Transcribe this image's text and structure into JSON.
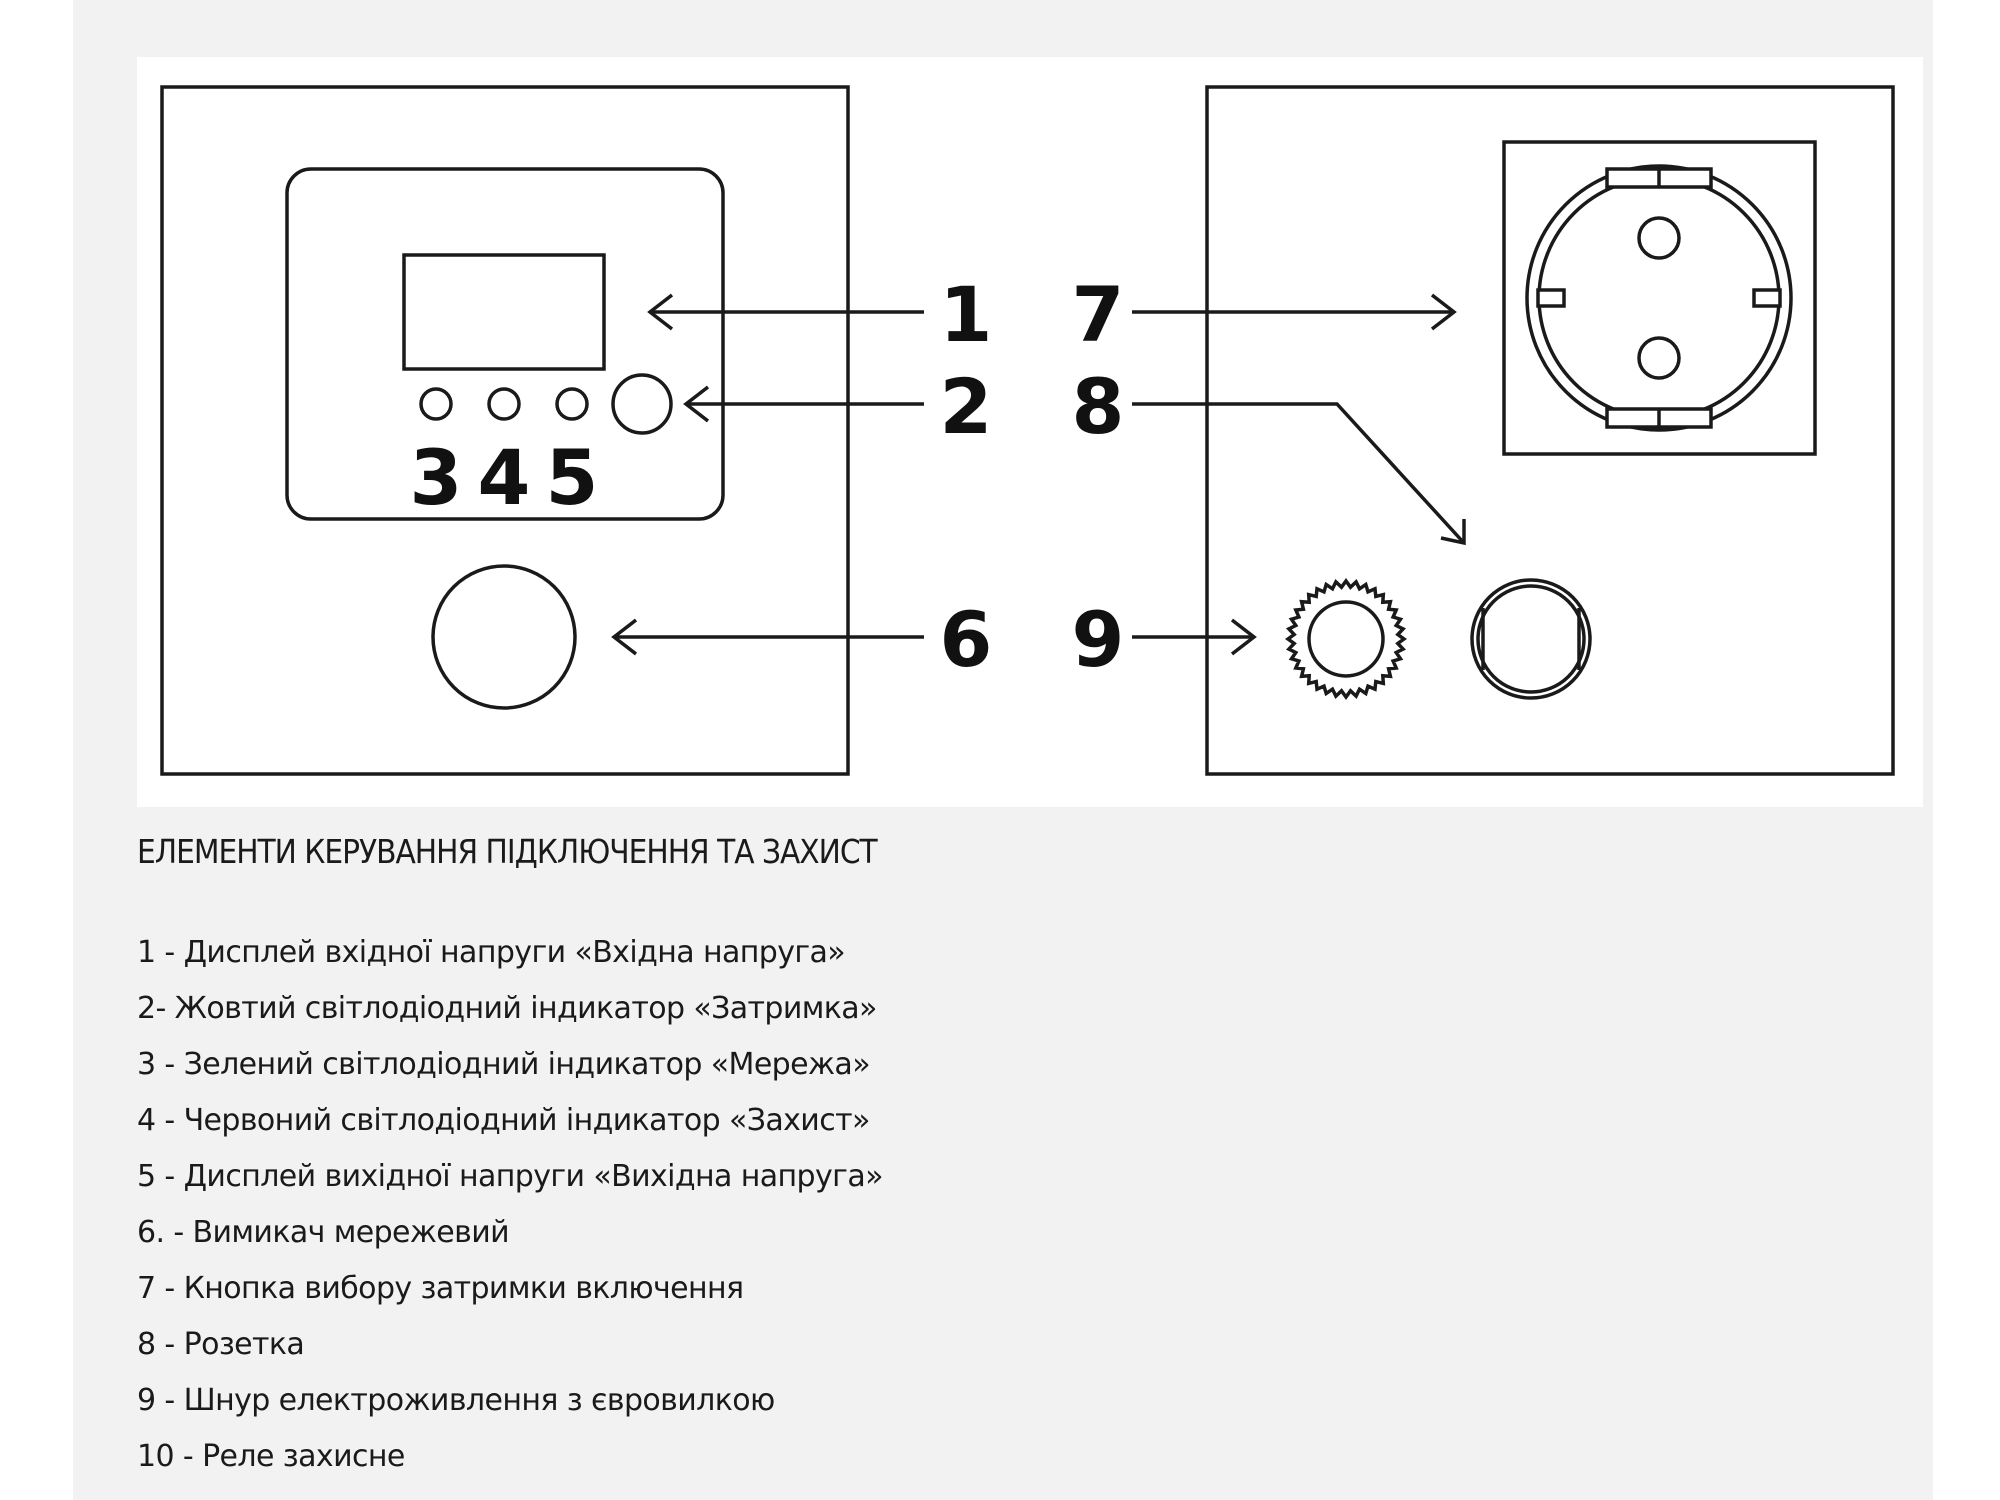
{
  "diagram": {
    "labels": [
      "1",
      "2",
      "3",
      "4",
      "5",
      "6",
      "7",
      "8",
      "9"
    ]
  },
  "caption": "ЕЛЕМЕНТИ КЕРУВАННЯ ПІДКЛЮЧЕННЯ ТА ЗАХИСТ",
  "legend": [
    "1 - Дисплей вхідної напруги «Вхідна напруга»",
    "2- Жовтий світлодіодний індикатор «Затримка»",
    "3 - Зелений світлодіодний індикатор «Мережа»",
    "4 - Червоний світлодіодний індикатор «Захист»",
    "5 - Дисплей вихідної напруги «Вихідна напруга»",
    "6. - Вимикач мережевий",
    "7 - Кнопка вибору затримки включення",
    "8 - Розетка",
    "9 - Шнур електроживлення з євровилкою",
    "10 - Реле захисне"
  ]
}
